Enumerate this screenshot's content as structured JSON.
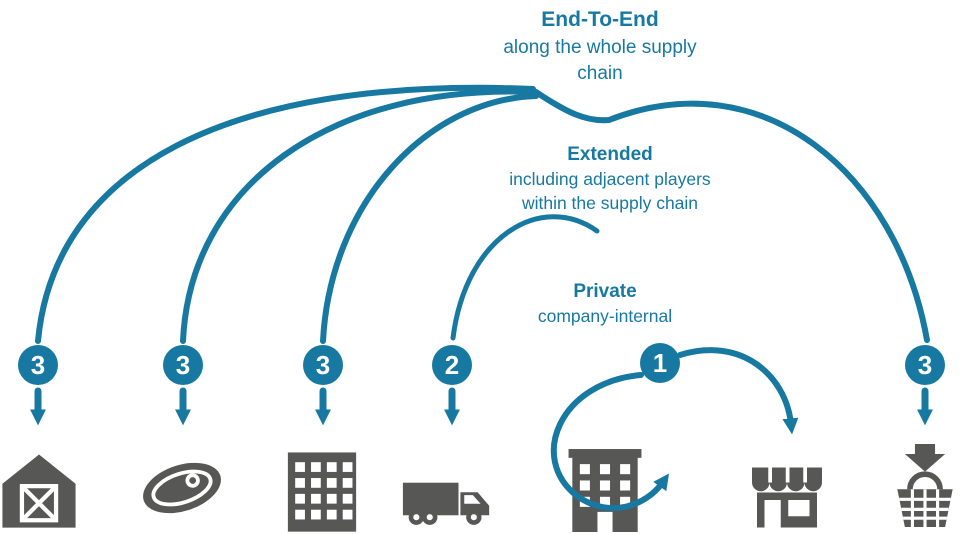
{
  "colors": {
    "accent": "#1779a1",
    "icon": "#575756"
  },
  "levels": {
    "end_to_end": {
      "title": "End-To-End",
      "line1": "along the whole supply",
      "line2": "chain"
    },
    "extended": {
      "title": "Extended",
      "line1": "including adjacent players",
      "line2": "within the supply chain"
    },
    "private": {
      "title": "Private",
      "line1": "company-internal"
    }
  },
  "badges": [
    "3",
    "3",
    "3",
    "2",
    "1",
    "3"
  ],
  "icons": {
    "farm": "barn-icon",
    "meat": "steak-icon",
    "manufacturer": "factory-building-icon",
    "logistics": "truck-icon",
    "company": "office-building-icon",
    "retail": "storefront-icon",
    "consumer": "basket-arrow-icon"
  }
}
